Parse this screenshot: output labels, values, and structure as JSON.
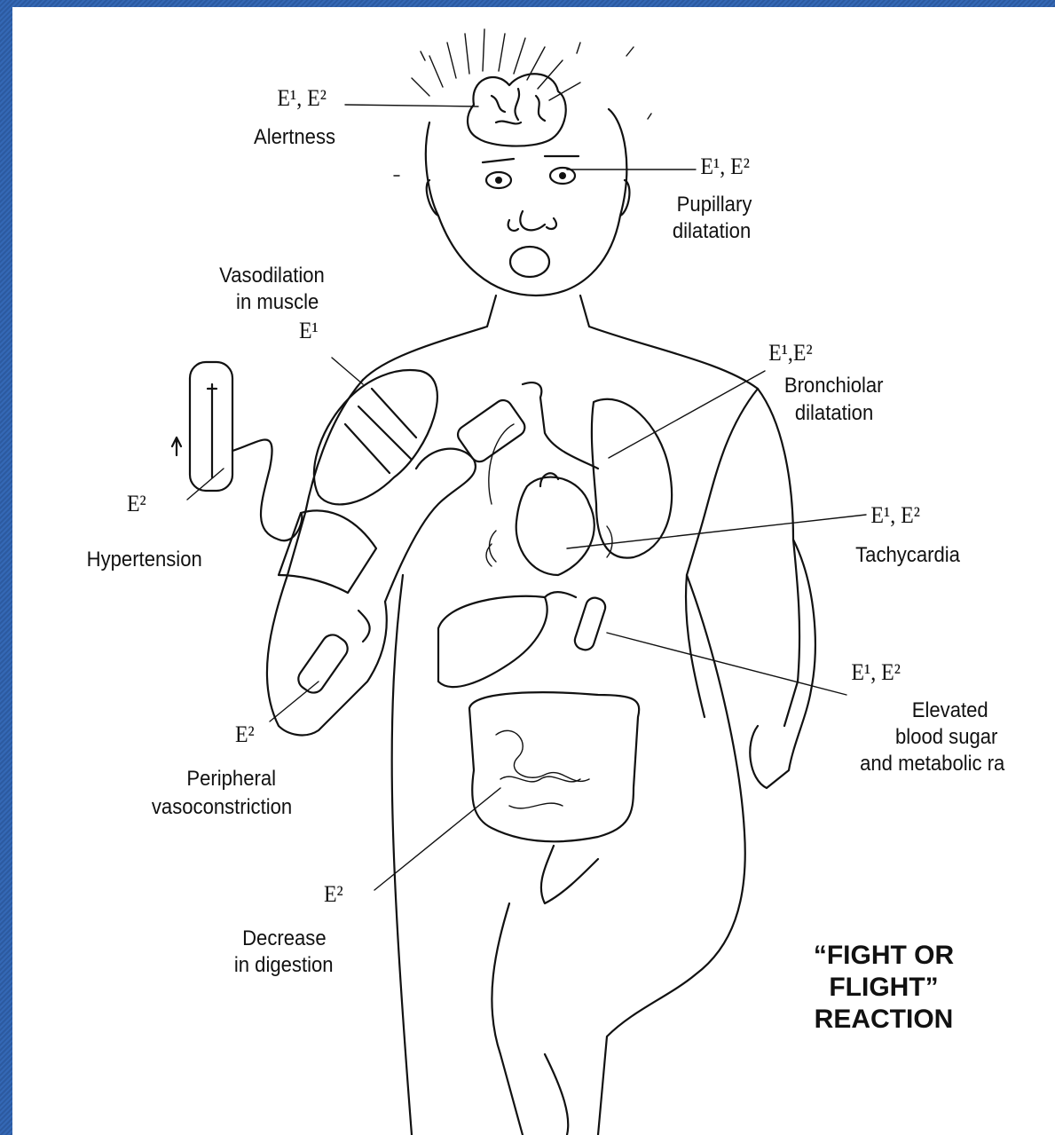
{
  "labels": {
    "alertness_code": "E¹, E²",
    "alertness": "Alertness",
    "pupillary_code": "E¹, E²",
    "pupillary_1": "Pupillary",
    "pupillary_2": "dilatation",
    "vasodilation_1": "Vasodilation",
    "vasodilation_2": "in muscle",
    "vasodilation_code": "E¹",
    "bronchiolar_code": "E¹,E²",
    "bronchiolar_1": "Bronchiolar",
    "bronchiolar_2": "dilatation",
    "hypertension_code": "E²",
    "hypertension": "Hypertension",
    "tachycardia_code": "E¹, E²",
    "tachycardia": "Tachycardia",
    "sugar_code": "E¹, E²",
    "sugar_1": "Elevated",
    "sugar_2": "blood sugar",
    "sugar_3": "and metabolic ra",
    "peripheral_code": "E²",
    "peripheral_1": "Peripheral",
    "peripheral_2": "vasoconstriction",
    "digestion_code": "E²",
    "digestion_1": "Decrease",
    "digestion_2": "in digestion"
  },
  "title": {
    "line1": "“FIGHT OR",
    "line2": "FLIGHT”",
    "line3": "REACTION"
  }
}
